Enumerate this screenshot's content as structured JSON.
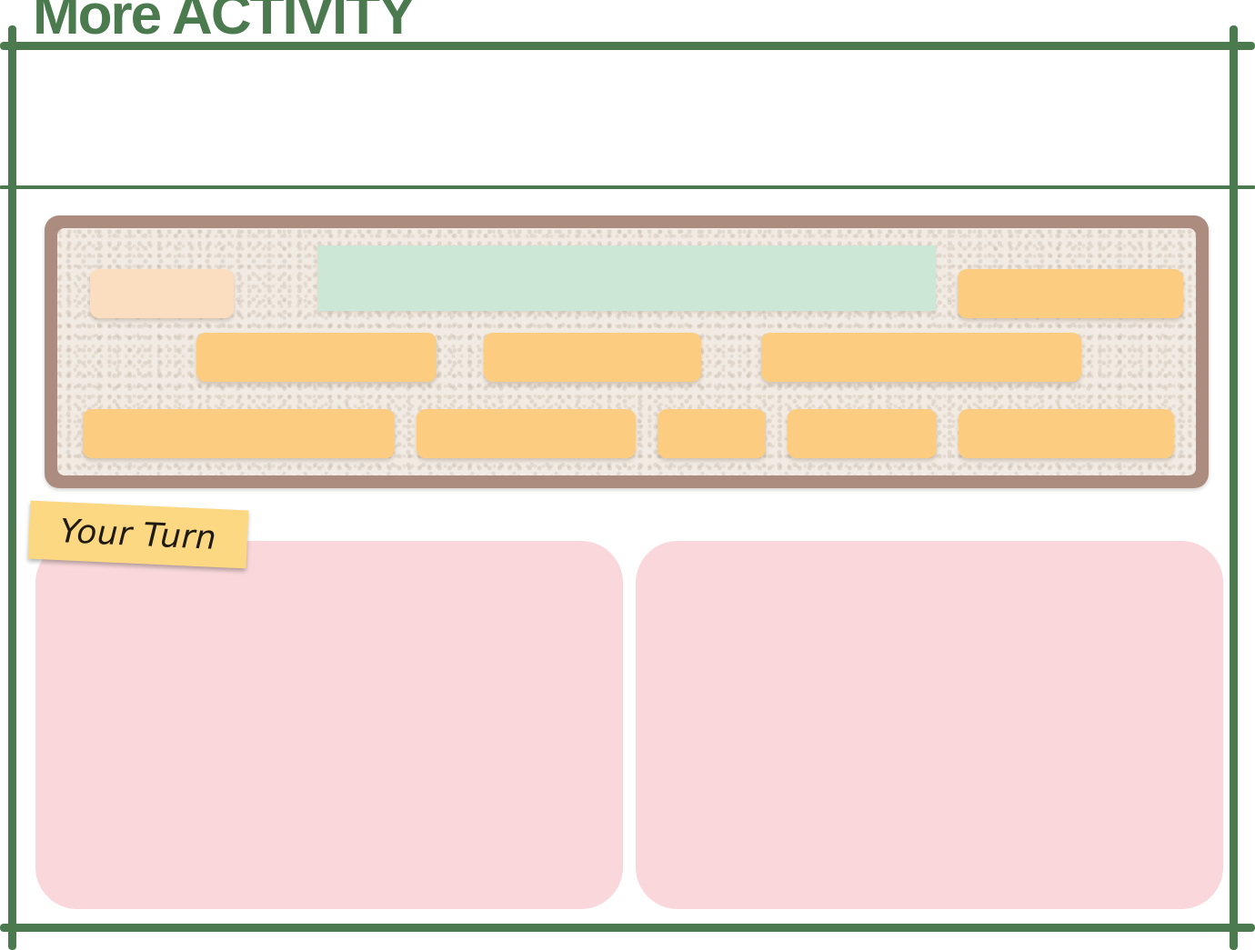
{
  "page": {
    "title": "More ACTIVITY"
  },
  "activity": {
    "tab_label": "Your Turn"
  },
  "colors": {
    "frame_green": "#4a7a4d",
    "board_border": "#ad8c80",
    "cork_background": "#f2ebe3",
    "card_orange": "#fccc81",
    "card_peach": "#fbddc0",
    "card_mint": "#cce7d6",
    "tab_yellow": "#fdd882",
    "work_pink": "#f9d7da"
  },
  "word_board": {
    "cards": [
      {
        "id": "card-1",
        "color": "peach",
        "text": ""
      },
      {
        "id": "card-2",
        "color": "mint",
        "text": ""
      },
      {
        "id": "card-3",
        "color": "orange",
        "text": ""
      },
      {
        "id": "card-4",
        "color": "orange",
        "text": ""
      },
      {
        "id": "card-5",
        "color": "orange",
        "text": ""
      },
      {
        "id": "card-6",
        "color": "orange",
        "text": ""
      },
      {
        "id": "card-7",
        "color": "orange",
        "text": ""
      },
      {
        "id": "card-8",
        "color": "orange",
        "text": ""
      },
      {
        "id": "card-9",
        "color": "orange",
        "text": ""
      },
      {
        "id": "card-10",
        "color": "orange",
        "text": ""
      },
      {
        "id": "card-11",
        "color": "orange",
        "text": ""
      }
    ]
  }
}
